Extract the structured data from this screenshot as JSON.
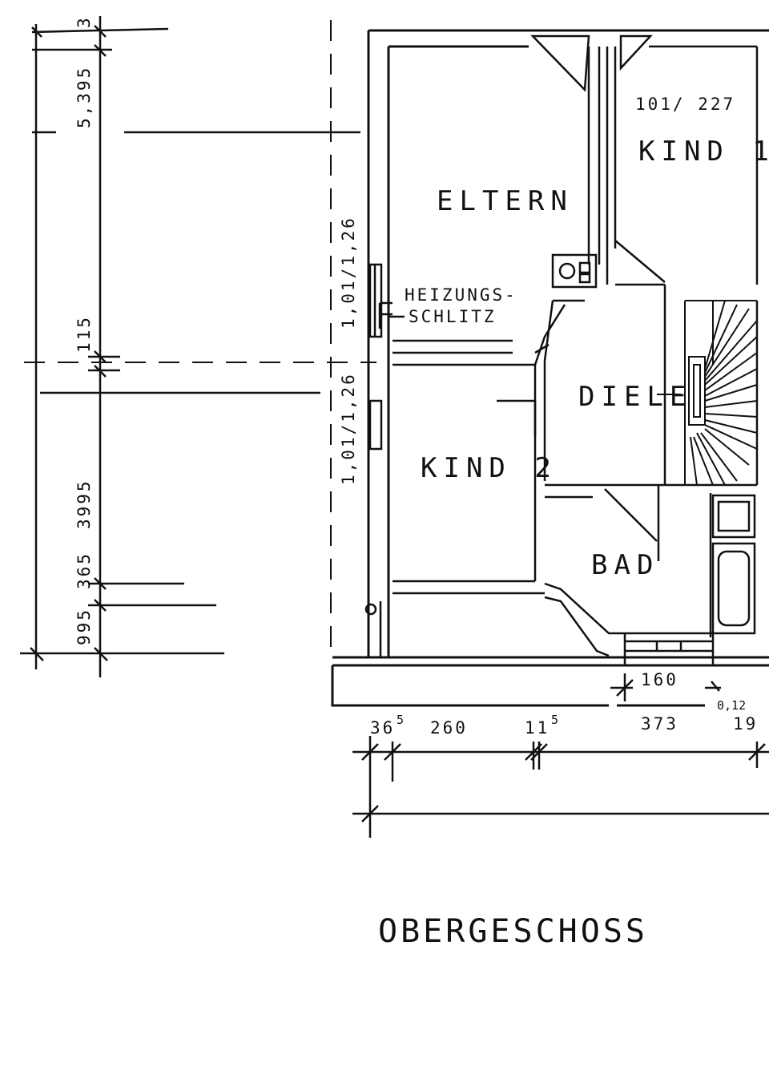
{
  "plan": {
    "title": "OBERGESCHOSS",
    "rooms": {
      "eltern": "ELTERN",
      "kind1": "KIND 1",
      "kind1_window": "101/ 227",
      "kind2": "KIND 2",
      "diele": "DIELE",
      "bad": "BAD",
      "heizung_line1": "HEIZUNGS-",
      "heizung_line2": "SCHLITZ"
    },
    "windows": {
      "eltern_window": "1,01/1,26",
      "kind2_window": "1,01/1,26"
    },
    "left_dimensions": {
      "d_top": "3",
      "d_5395": "5,395",
      "d_115": "115",
      "d_3995": "3995",
      "d_365": "365",
      "d_995": "995"
    },
    "bottom_dimensions": {
      "d_36": "36",
      "d_36_sup": "5",
      "d_260": "260",
      "d_11": "11",
      "d_11_sup": "5",
      "d_373": "373",
      "d_160": "160",
      "d_012": "0,12",
      "d_19": "19"
    }
  }
}
